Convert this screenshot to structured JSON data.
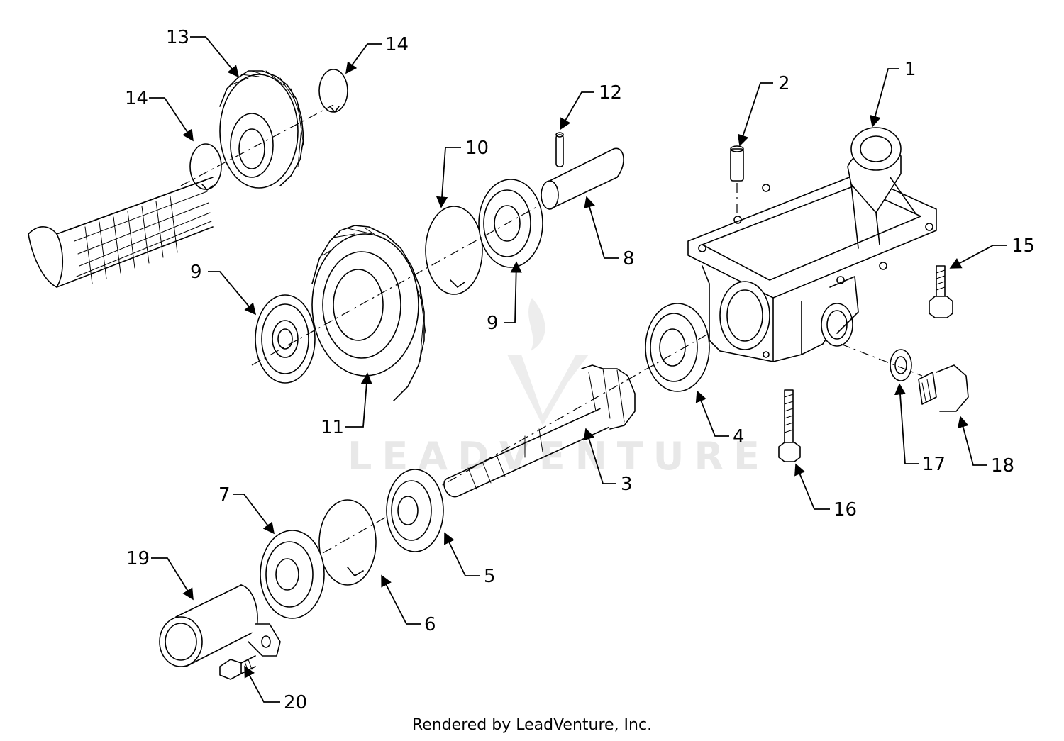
{
  "footer": {
    "text": "Rendered by LeadVenture, Inc."
  },
  "watermark": {
    "text": "LEADVENTURE",
    "color": "#e6e6e6"
  },
  "callouts": {
    "c1": "1",
    "c2": "2",
    "c3": "3",
    "c4": "4",
    "c5": "5",
    "c6": "6",
    "c7": "7",
    "c8": "8",
    "c9a": "9",
    "c9b": "9",
    "c10": "10",
    "c11": "11",
    "c12": "12",
    "c13": "13",
    "c14a": "14",
    "c14b": "14",
    "c15": "15",
    "c16": "16",
    "c17": "17",
    "c18": "18",
    "c19": "19",
    "c20": "20"
  }
}
